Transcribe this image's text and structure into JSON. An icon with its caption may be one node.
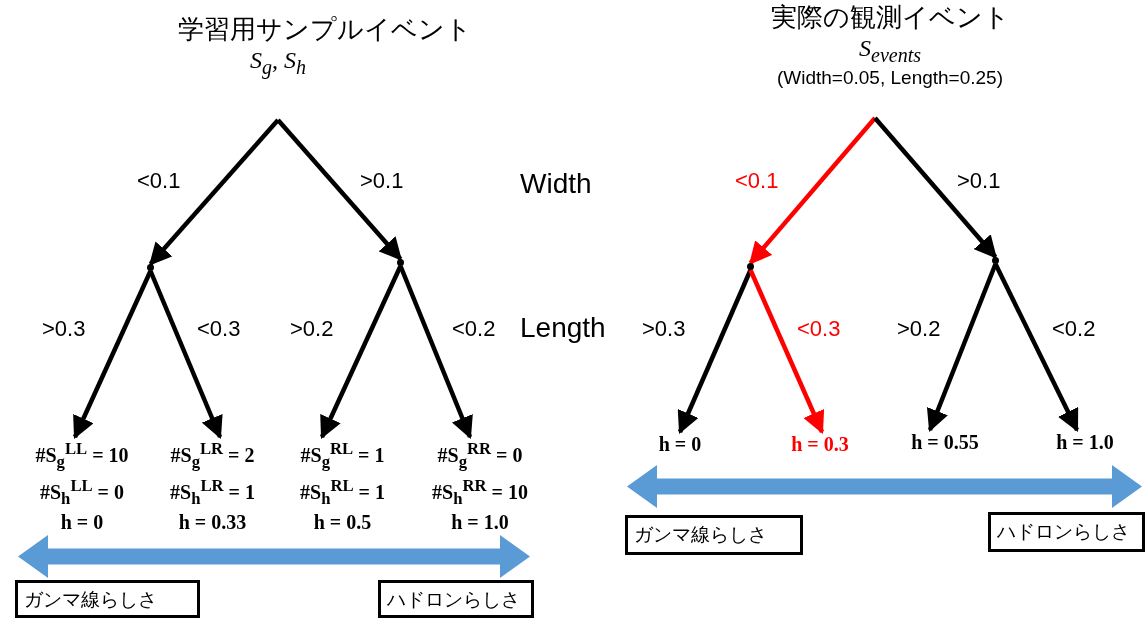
{
  "diagram": {
    "nodes": [
      {
        "text": [
          "学習用サンプルイベント",
          "S$_{g}$, S$_{h}$"
        ]
      },
      {
        "text": [],
        "shape": "point"
      },
      {
        "text": [],
        "shape": "point"
      },
      {
        "text": [
          "#S$_{g}$$^{LL}$ = 10",
          "#S$_{h}$$^{LL}$ = 0",
          "h = 0"
        ]
      },
      {
        "text": [
          "#S$_{g}$$^{LR}$ = 2",
          "#S$_{h}$$^{LR}$ = 1",
          "h = 0.33"
        ]
      },
      {
        "text": [
          "#S$_{g}$$^{RL}$ = 1",
          "#S$_{h}$$^{RL}$ = 1",
          "h = 0.5"
        ]
      },
      {
        "text": [
          "#S$_{g}$$^{RR}$ = 0",
          "#S$_{h}$$^{RR}$ = 10",
          "h = 1.0"
        ]
      },
      {
        "text": [
          "ガンマ線らしさ"
        ]
      },
      {
        "text": [
          "ハドロンらしさ"
        ]
      },
      {
        "text": [
          "実際の観測イベント",
          "S$_{events}$",
          "(Width=0.05, Length=0.25)"
        ]
      },
      {
        "text": [],
        "shape": "point"
      },
      {
        "text": [],
        "shape": "point"
      },
      {
        "text": [
          "h = 0"
        ]
      },
      {
        "text": [
          "h = 0.3"
        ]
      },
      {
        "text": [
          "h = 0.55"
        ]
      },
      {
        "text": [
          "h = 1.0"
        ]
      },
      {
        "text": [
          "ガンマ線らしさ"
        ]
      },
      {
        "text": [
          "ハドロンらしさ"
        ]
      }
    ],
    "edges": [
      {
        "from": 0,
        "to": 1,
        "arrow": "to",
        "label": "<0.1"
      },
      {
        "from": 0,
        "to": 2,
        "arrow": "to",
        "label": ">0.1"
      },
      {
        "from": 1,
        "to": 3,
        "arrow": "to",
        "label": ">0.3"
      },
      {
        "from": 1,
        "to": 4,
        "arrow": "to",
        "label": "<0.3"
      },
      {
        "from": 2,
        "to": 5,
        "arrow": "to",
        "label": ">0.2"
      },
      {
        "from": 2,
        "to": 6,
        "arrow": "to",
        "label": "<0.2"
      },
      {
        "from": 9,
        "to": 10,
        "arrow": "to",
        "label": "<0.1",
        "color": "#ff0000"
      },
      {
        "from": 9,
        "to": 11,
        "arrow": "to",
        "label": ">0.1"
      },
      {
        "from": 10,
        "to": 12,
        "arrow": "to",
        "label": ">0.3"
      },
      {
        "from": 10,
        "to": 13,
        "arrow": "to",
        "label": "<0.3",
        "color": "#ff0000"
      },
      {
        "from": 11,
        "to": 14,
        "arrow": "to",
        "label": ">0.2"
      },
      {
        "from": 11,
        "to": 15,
        "arrow": "to",
        "label": "<0.2"
      }
    ],
    "labels": [
      "Width",
      "Length"
    ]
  }
}
